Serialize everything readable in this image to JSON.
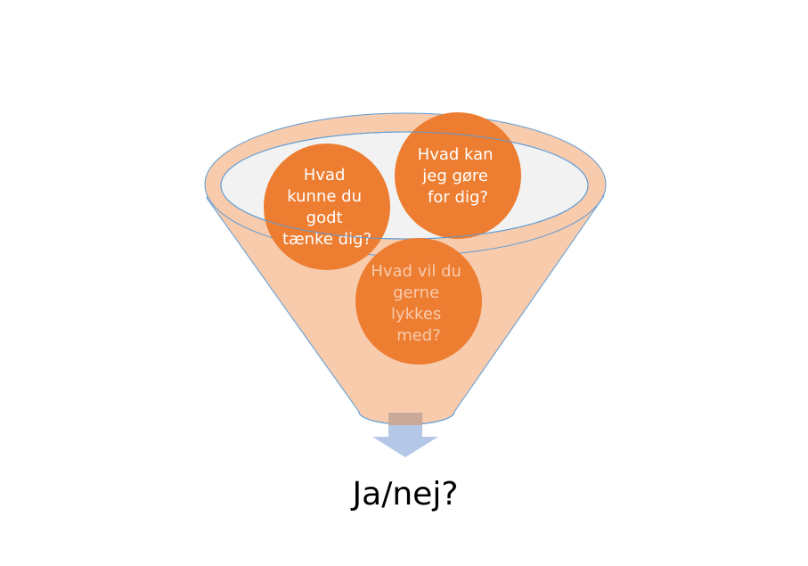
{
  "colors": {
    "funnel": "#f8cbad",
    "funnel_stroke": "#5b9bd5",
    "inner": "#f2f2f2",
    "circle": "#ed7d31",
    "arrow": "#b4c7e7",
    "arrow_stem": "#c9a99a"
  },
  "circles": [
    {
      "lines": [
        "Hvad",
        "kunne du",
        "godt",
        "tænke dig?"
      ],
      "text_color": "#ffffff"
    },
    {
      "lines": [
        "Hvad kan",
        "jeg gøre",
        "for dig?"
      ],
      "text_color": "#ffffff"
    },
    {
      "lines": [
        "Hvad vil du",
        "gerne",
        "lykkes",
        "med?"
      ],
      "text_color": "#f8cbad"
    }
  ],
  "result": "Ja/nej?"
}
